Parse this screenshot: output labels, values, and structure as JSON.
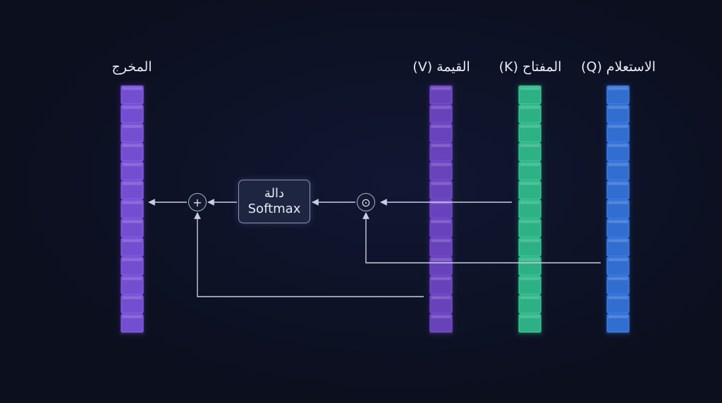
{
  "labels": {
    "output": "المخرج",
    "value": "القيمة (V)",
    "key": "المفتاح (K)",
    "query": "الاستعلام (Q)"
  },
  "softmax": {
    "line1": "دالة",
    "line2": "Softmax"
  },
  "ops": {
    "add": "+",
    "dot": "⊙"
  },
  "colors": {
    "output": "#8b5cf6",
    "value": "#7c4ddb",
    "key": "#34d399",
    "query": "#3b82f6"
  }
}
